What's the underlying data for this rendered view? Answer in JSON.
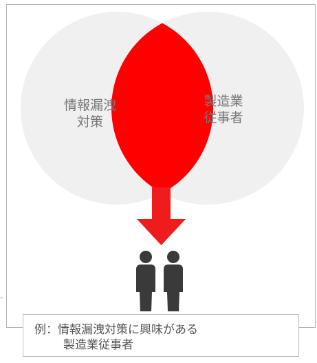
{
  "venn": {
    "left_label": "情報漏洩\n対策",
    "right_label": "製造業\n従事者",
    "circle_color": "#f0f0f0",
    "intersection_color": "#ff0000"
  },
  "arrow": {
    "color": "#ee1c1c",
    "direction": "down"
  },
  "people_icon": {
    "count": 2,
    "color": "#3a3a3a"
  },
  "caption": {
    "line1": "例：情報漏洩対策に興味がある",
    "line2": "製造業従事者"
  },
  "colors": {
    "frame": "#b3b3b3",
    "text": "#777777"
  }
}
